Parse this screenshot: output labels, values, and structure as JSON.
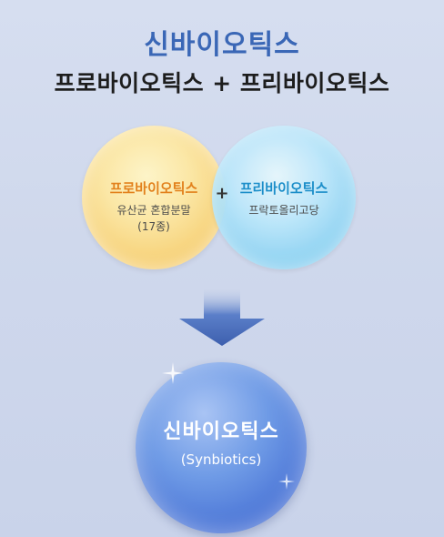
{
  "title": {
    "main": "신바이오틱스",
    "sub": "프로바이오틱스 + 프리바이오틱스"
  },
  "probiotics": {
    "name": "프로바이오틱스",
    "desc_line1": "유산균 혼합분말",
    "desc_line2": "(17종)"
  },
  "plus_sign": "+",
  "prebiotics": {
    "name": "프리바이오틱스",
    "desc": "프락토올리고당"
  },
  "result": {
    "name": "신바이오틱스",
    "sub": "(Synbiotics)"
  },
  "colors": {
    "title_blue": "#3a67b6",
    "pro_orange": "#e2811c",
    "pre_blue": "#1c8ec9",
    "result_blue": "#4a74d6"
  }
}
